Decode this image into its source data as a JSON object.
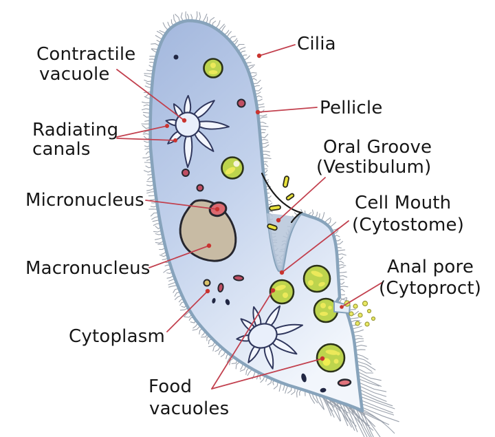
{
  "labels": {
    "contractile_vacuole": {
      "line1": "Contractile",
      "line2": "vacuole"
    },
    "radiating_canals": {
      "line1": "Radiating",
      "line2": "canals"
    },
    "micronucleus": {
      "line1": "Micronucleus"
    },
    "macronucleus": {
      "line1": "Macronucleus"
    },
    "cytoplasm": {
      "line1": "Cytoplasm"
    },
    "food_vacuoles": {
      "line1": "Food",
      "line2": "vacuoles"
    },
    "cilia": {
      "line1": "Cilia"
    },
    "pellicle": {
      "line1": "Pellicle"
    },
    "oral_groove": {
      "line1": "Oral Groove",
      "line2": "(Vestibulum)"
    },
    "cell_mouth": {
      "line1": "Cell Mouth",
      "line2": "(Cytostome)"
    },
    "anal_pore": {
      "line1": "Anal pore",
      "line2": "(Cytoproct)"
    }
  },
  "palette": {
    "background": "#ffffff",
    "label_text": "#161616",
    "leader_line": "#c2404e",
    "leader_dot": "#c9342f",
    "cilia": "#9aa1ac",
    "body_outline": "#87a3bb",
    "body_fill_dark": "#a5b9de",
    "body_fill_mid": "#c3d2ec",
    "body_fill_light": "#f2f6fc",
    "organelle_outline": "#2f365c",
    "vacuole_fill": "#e9effb",
    "food_vacuole_fill": "#bdd44d",
    "food_vacuole_outline": "#2b3219",
    "food_content": "#ece95a",
    "macronucleus_fill": "#c8bba4",
    "macronucleus_outline": "#26262e",
    "micronucleus_fill": "#dc6970",
    "particle_red": "#c04f63",
    "particle_dark": "#212743",
    "bacteria_yellow": "#e9e23b",
    "vestibule_fill": "#b6c6d9"
  }
}
